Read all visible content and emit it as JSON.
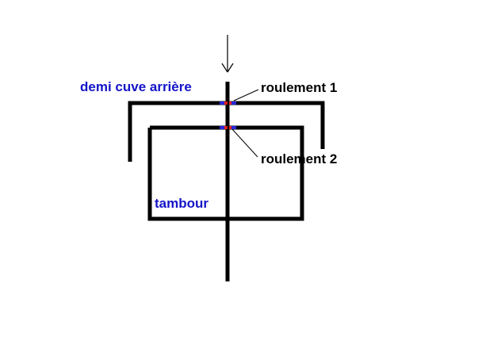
{
  "labels": {
    "demi_cuve": "demi cuve arrière",
    "roulement_1": "roulement 1",
    "roulement_2": "roulement 2",
    "tambour": "tambour"
  },
  "colors": {
    "stroke": "#000000",
    "label_blue": "#1414c8",
    "bearing_red": "#e02020",
    "bearing_blue": "#2828d8"
  }
}
